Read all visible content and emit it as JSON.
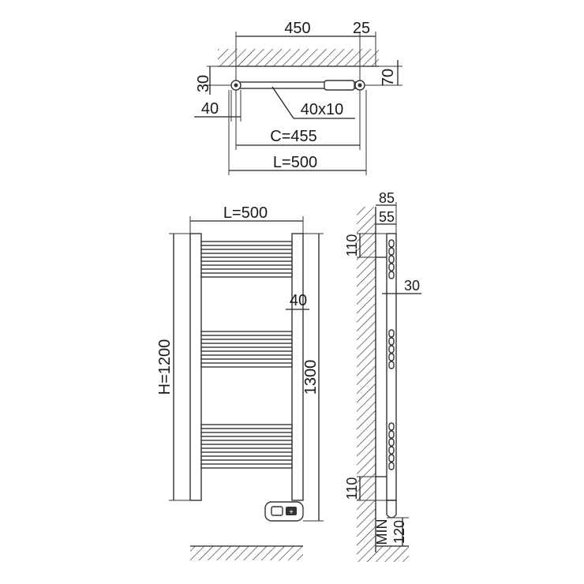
{
  "top_view": {
    "dim_450": "450",
    "dim_25": "25",
    "dim_30": "30",
    "dim_70": "70",
    "dim_40": "40",
    "dim_profile": "40x10",
    "dim_c": "C=455",
    "dim_l": "L=500"
  },
  "front_view": {
    "dim_l": "L=500",
    "dim_h": "H=1200",
    "dim_1300": "1300",
    "dim_40": "40"
  },
  "side_view": {
    "dim_85": "85",
    "dim_55": "55",
    "dim_110_top": "110",
    "dim_30": "30",
    "dim_110_bottom": "110",
    "dim_min": "MIN",
    "dim_120": "120"
  }
}
